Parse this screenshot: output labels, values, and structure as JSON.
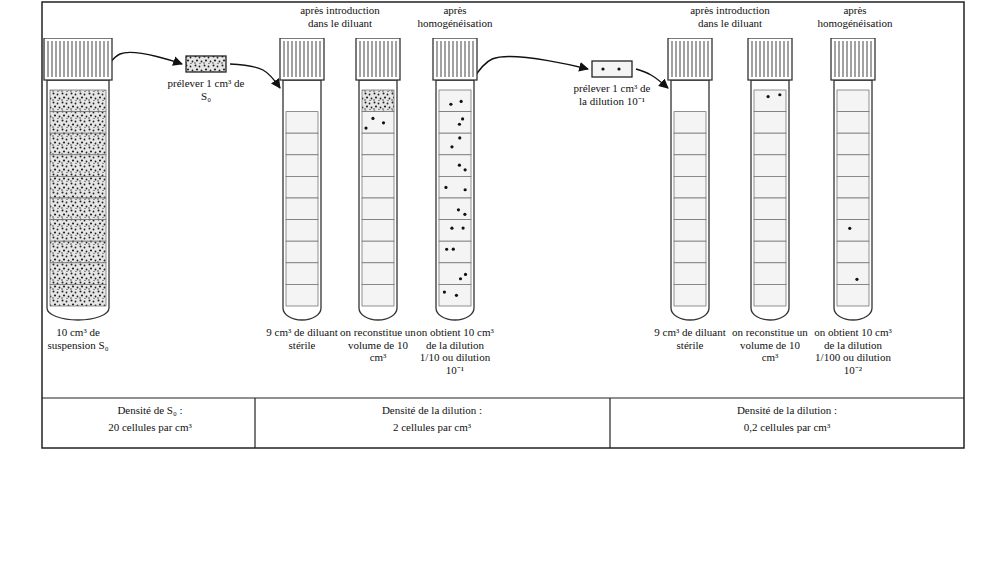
{
  "diagram": {
    "nodes": [
      {
        "text": [
          "10 cm³ de suspension S₀"
        ]
      },
      {
        "text": [
          "prélever 1 cm³ de S₀"
        ]
      },
      {
        "text": [
          "9 cm³ de diluant stérile"
        ]
      },
      {
        "text": [
          "on reconstitue un volume de 10 cm³"
        ]
      },
      {
        "text": [
          "on obtient 10 cm³ de la dilution 1/10 ou dilution 10⁻¹"
        ]
      },
      {
        "text": [
          "prélever 1 cm³ de la dilution 10⁻¹"
        ]
      },
      {
        "text": [
          "9 cm³ de diluant stérile"
        ]
      },
      {
        "text": [
          "on reconstitue un volume de 10 cm³"
        ]
      },
      {
        "text": [
          "on obtient 10 cm³ de la dilution 1/100 ou dilution 10⁻²"
        ]
      }
    ],
    "edges": [
      {
        "from": 0,
        "to": 1,
        "arrow": "to"
      },
      {
        "from": 1,
        "to": 2,
        "arrow": "to"
      },
      {
        "from": 4,
        "to": 5,
        "arrow": "to"
      },
      {
        "from": 5,
        "to": 6,
        "arrow": "to"
      }
    ],
    "labels": [
      "après introduction dans le diluant",
      "après homogénéisation",
      "après introduction dans le diluant",
      "après homogénéisation",
      "Densité de S₀ :",
      "20 cellules par cm³",
      "Densité de la dilution :",
      "2 cellules par cm³",
      "Densité de la dilution :",
      "0,2 cellules par cm³"
    ]
  }
}
